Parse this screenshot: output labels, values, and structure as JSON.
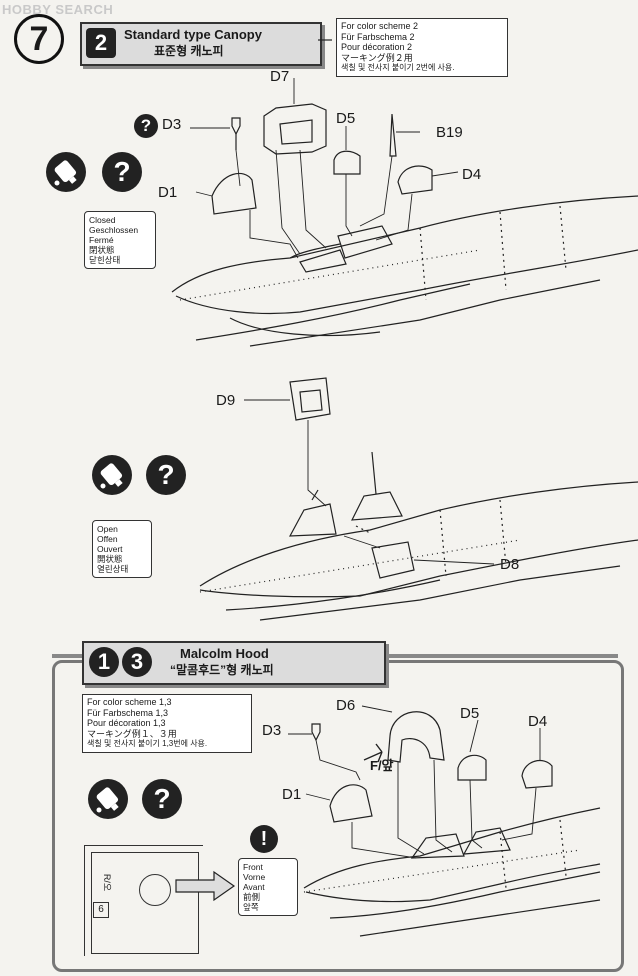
{
  "watermark": "HOBBY SEARCH",
  "step": {
    "number": "7"
  },
  "section_standard": {
    "badge": "2",
    "title_en": "Standard type Canopy",
    "title_ko": "표준형 캐노피",
    "scheme_note": [
      "For color scheme 2",
      "Für Farbschema 2",
      "Pour décoration 2",
      "マーキング例２用",
      "색칠 및 전사지 붙이기 2번에 사용."
    ],
    "closed_state": [
      "Closed",
      "Geschlossen",
      "Fermé",
      "閉状態",
      "닫힌상태"
    ],
    "open_state": [
      "Open",
      "Offen",
      "Ouvert",
      "開状態",
      "열린상태"
    ]
  },
  "section_malcolm": {
    "badges": [
      "1",
      "3"
    ],
    "title_en": "Malcolm Hood",
    "title_ko": "“말콤후드”형 캐노피",
    "scheme_note": [
      "For color scheme 1,3",
      "Für Farbschema 1,3",
      "Pour décoration 1,3",
      "マーキング例１、３用",
      "색칠 및 전사지 붙이기 1,3번에 사용."
    ],
    "front_note": [
      "Front",
      "Vorne",
      "Avant",
      "前側",
      "앞쪽"
    ],
    "direction": "F/앞",
    "detail_label": "R/오",
    "detail_number": "6"
  },
  "part_labels": {
    "d3_top": "D3",
    "d7": "D7",
    "d5_top": "D5",
    "b19": "B19",
    "d1_top": "D1",
    "d4_top": "D4",
    "d9": "D9",
    "d8": "D8",
    "d3_bottom": "D3",
    "d6": "D6",
    "d5_bottom": "D5",
    "d4_bottom": "D4",
    "d1_bottom": "D1"
  },
  "icons": {
    "glue": "glue-tube-icon",
    "question": "question-mark-icon",
    "attention": "exclamation-icon"
  }
}
